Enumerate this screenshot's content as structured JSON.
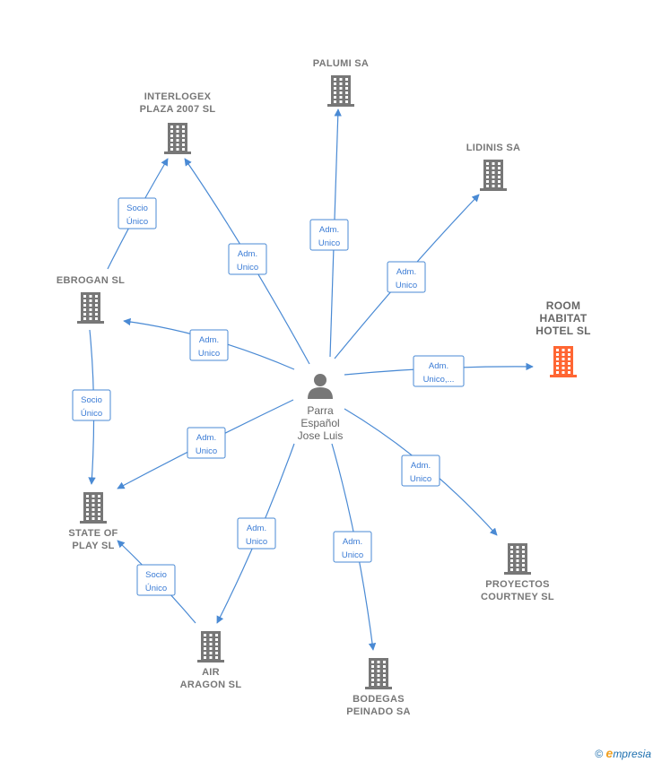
{
  "center": {
    "lines": [
      "Parra",
      "Español",
      "Jose Luis"
    ],
    "icon": "person-icon"
  },
  "companies": [
    {
      "id": "palumi",
      "lines": [
        "PALUMI SA"
      ],
      "icon": "building-icon",
      "color": "#777777"
    },
    {
      "id": "interlogex",
      "lines": [
        "INTERLOGEX",
        "PLAZA 2007  SL"
      ],
      "icon": "building-icon",
      "color": "#777777"
    },
    {
      "id": "lidinis",
      "lines": [
        "LIDINIS SA"
      ],
      "icon": "building-icon",
      "color": "#777777"
    },
    {
      "id": "room",
      "lines": [
        "ROOM",
        "HABITAT",
        "HOTEL  SL"
      ],
      "icon": "building-icon",
      "color": "#ff6633",
      "highlight": true
    },
    {
      "id": "ebrogan",
      "lines": [
        "EBROGAN SL"
      ],
      "icon": "building-icon",
      "color": "#777777"
    },
    {
      "id": "stateofplay",
      "lines": [
        "STATE OF",
        "PLAY SL"
      ],
      "icon": "building-icon",
      "color": "#777777"
    },
    {
      "id": "proyectos",
      "lines": [
        "PROYECTOS",
        "COURTNEY  SL"
      ],
      "icon": "building-icon",
      "color": "#777777"
    },
    {
      "id": "air",
      "lines": [
        "AIR",
        "ARAGON  SL"
      ],
      "icon": "building-icon",
      "color": "#777777"
    },
    {
      "id": "bodegas",
      "lines": [
        "BODEGAS",
        "PEINADO SA"
      ],
      "icon": "building-icon",
      "color": "#777777"
    }
  ],
  "edges": [
    {
      "from": "center",
      "to": "palumi",
      "label": [
        "Adm.",
        "Unico"
      ]
    },
    {
      "from": "center",
      "to": "interlogex",
      "label": [
        "Adm.",
        "Unico"
      ]
    },
    {
      "from": "center",
      "to": "lidinis",
      "label": [
        "Adm.",
        "Unico"
      ]
    },
    {
      "from": "center",
      "to": "room",
      "label": [
        "Adm.",
        "Unico,..."
      ]
    },
    {
      "from": "center",
      "to": "ebrogan",
      "label": [
        "Adm.",
        "Unico"
      ]
    },
    {
      "from": "center",
      "to": "stateofplay",
      "label": [
        "Adm.",
        "Unico"
      ]
    },
    {
      "from": "center",
      "to": "proyectos",
      "label": [
        "Adm.",
        "Unico"
      ]
    },
    {
      "from": "center",
      "to": "air",
      "label": [
        "Adm.",
        "Unico"
      ]
    },
    {
      "from": "center",
      "to": "bodegas",
      "label": [
        "Adm.",
        "Unico"
      ]
    },
    {
      "from": "ebrogan",
      "to": "interlogex",
      "label": [
        "Socio",
        "Único"
      ]
    },
    {
      "from": "ebrogan",
      "to": "stateofplay",
      "label": [
        "Socio",
        "Único"
      ]
    },
    {
      "from": "air",
      "to": "stateofplay",
      "label": [
        "Socio",
        "Único"
      ]
    }
  ],
  "colors": {
    "edge": "#4a8ad4",
    "label_border": "#4a8ad4",
    "building": "#777777",
    "highlight": "#ff6633"
  },
  "footer": {
    "copyright": "©",
    "brand_e": "e",
    "brand_rest": "mpresia"
  }
}
